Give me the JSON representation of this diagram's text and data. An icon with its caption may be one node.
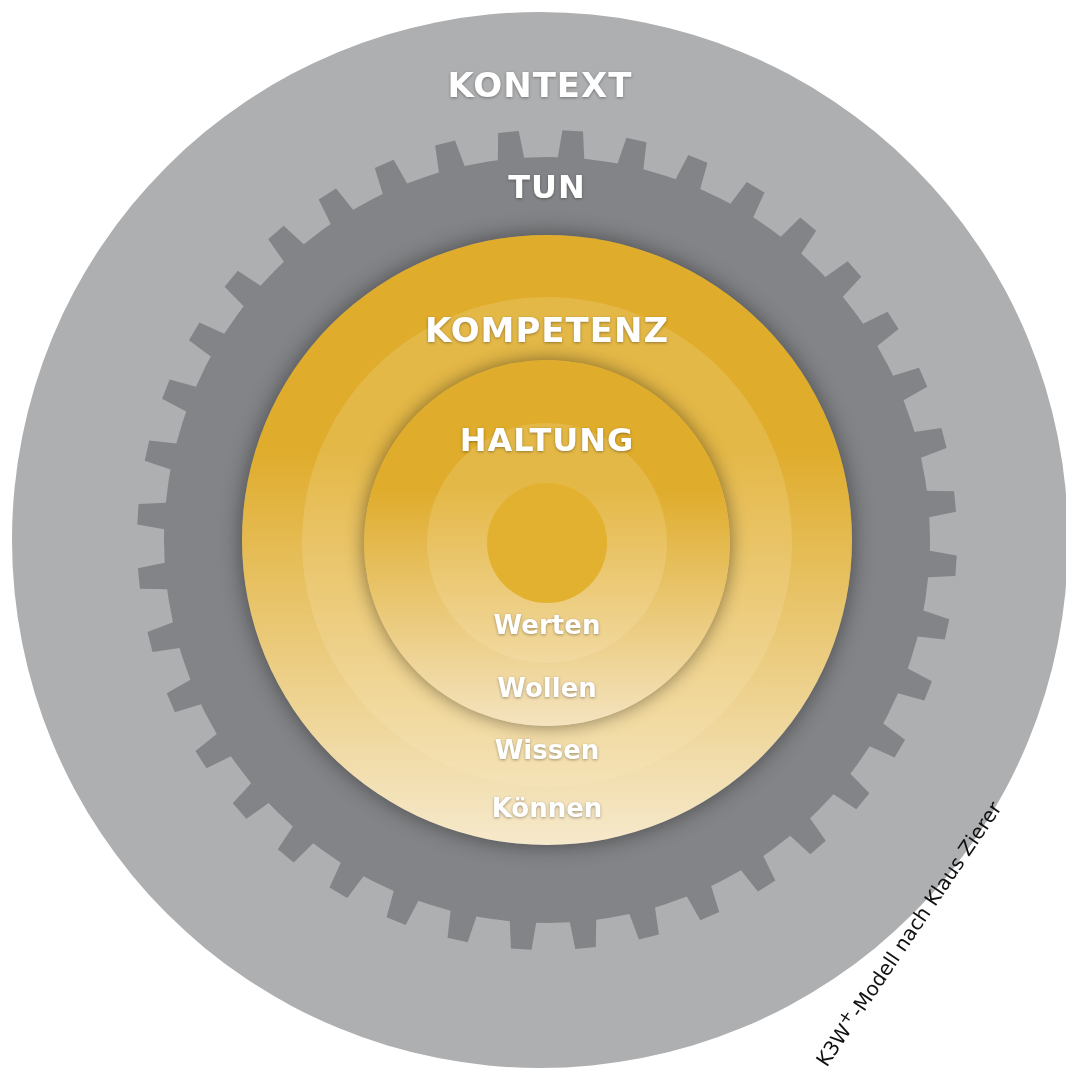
{
  "diagram": {
    "caption": "K3W$^{+}$-Modell nach Klaus Zierer",
    "nodes": [
      {
        "text": [
          "KONTEXT"
        ]
      },
      {
        "text": [
          "TUN"
        ],
        "in": 0
      },
      {
        "text": [
          "KOMPETENZ",
          "Wissen",
          "Können"
        ],
        "in": 1
      },
      {
        "text": [
          "HALTUNG",
          "Werten",
          "Wollen"
        ],
        "in": 2
      },
      {
        "text": [],
        "shape": "circle",
        "in": 3
      }
    ]
  }
}
